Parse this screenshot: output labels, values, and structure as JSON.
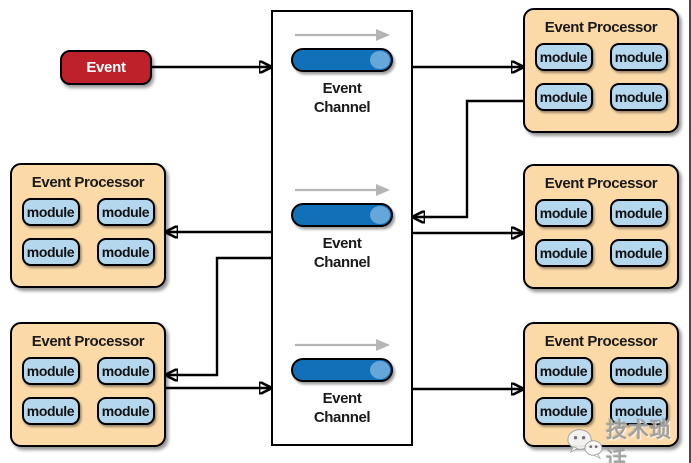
{
  "event_node": {
    "label": "Event"
  },
  "channel_box": {
    "units": [
      {
        "label": "Event Channel"
      },
      {
        "label": "Event Channel"
      },
      {
        "label": "Event Channel"
      }
    ]
  },
  "processors": [
    {
      "position": "top-right",
      "title": "Event Processor",
      "modules": [
        "module",
        "module",
        "module",
        "module"
      ]
    },
    {
      "position": "middle-left",
      "title": "Event Processor",
      "modules": [
        "module",
        "module",
        "module",
        "module"
      ]
    },
    {
      "position": "middle-right",
      "title": "Event Processor",
      "modules": [
        "module",
        "module",
        "module",
        "module"
      ]
    },
    {
      "position": "bottom-left",
      "title": "Event Processor",
      "modules": [
        "module",
        "module",
        "module",
        "module"
      ]
    },
    {
      "position": "bottom-right",
      "title": "Event Processor",
      "modules": [
        "module",
        "module",
        "module",
        "module"
      ]
    }
  ],
  "watermark": {
    "text": "技术琐话",
    "icon": "wechat-icon"
  },
  "colors": {
    "event_fill": "#bf212b",
    "processor_fill": "#fbdaa8",
    "module_fill": "#b4d7ee",
    "cylinder_fill": "#1170b8",
    "cylinder_cap": "#66a7da",
    "flow_arrow_gray": "#b5b5b5",
    "connector_black": "#000000",
    "watermark_gray": "#9e9e9e"
  }
}
